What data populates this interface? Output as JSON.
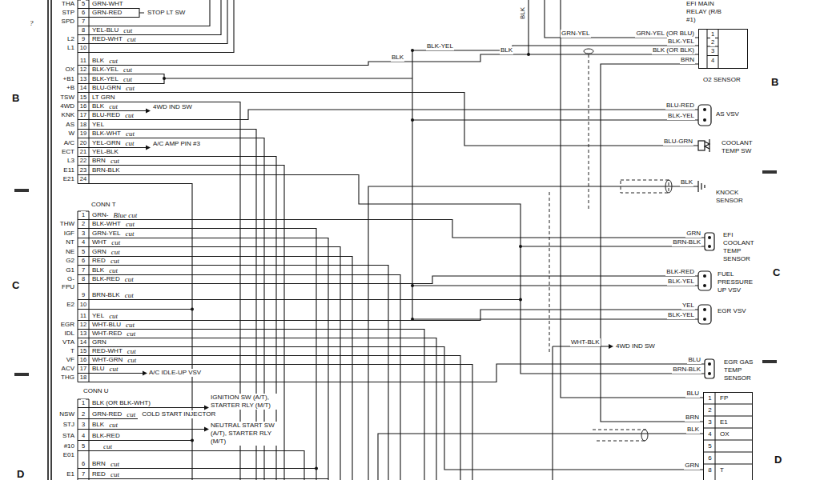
{
  "diagram": {
    "nodes": [
      {
        "text": [
          "O2 SENSOR"
        ]
      },
      {
        "text": [
          "1",
          "FP",
          "2",
          "3",
          "E1",
          "4",
          "OX",
          "5",
          "6",
          "8",
          "T"
        ]
      }
    ],
    "labels": [
      "THA",
      "5",
      "GRN-WHT",
      "STP",
      "6",
      "GRN-RED",
      "STOP LT SW",
      "?",
      "SPD",
      "7",
      "8",
      "YEL-BLU",
      "cut",
      "L2",
      "9",
      "RED-WHT",
      "cut",
      "L1",
      "10",
      "11",
      "BLK",
      "cut",
      "OX",
      "12",
      "BLK-YEL",
      "cut",
      "+B1",
      "13",
      "BLK-YEL",
      "cut",
      "+B",
      "14",
      "BLU-GRN",
      "cut",
      "TSW",
      "15",
      "LT GRN",
      "4WD",
      "16",
      "BLK",
      "cut",
      "4WD IND SW",
      "KNK",
      "17",
      "BLU-RED",
      "cut",
      "AS",
      "18",
      "YEL",
      "W",
      "19",
      "BLK-WHT",
      "cut",
      "A/C",
      "20",
      "YEL-GRN",
      "cut",
      "A/C AMP PIN #3",
      "ECT",
      "21",
      "YEL-BLK",
      "L3",
      "22",
      "BRN",
      "cut",
      "E11",
      "23",
      "BRN-BLK",
      "E21",
      "24",
      "CONN T",
      "1",
      "GRN-",
      "Blue cut",
      "THW",
      "2",
      "BLK-WHT",
      "cut",
      "IGF",
      "3",
      "GRN-YEL",
      "cut",
      "NT",
      "4",
      "WHT",
      "cut",
      "NE",
      "5",
      "GRN",
      "cut",
      "G2",
      "6",
      "RED",
      "cut",
      "G1",
      "7",
      "BLK",
      "cut",
      "G-",
      "8",
      "BLK-RED",
      "cut",
      "FPU",
      "9",
      "BRN-BLK",
      "cut",
      "E2",
      "10",
      "11",
      "YEL",
      "cut",
      "EGR",
      "12",
      "WHT-BLU",
      "cut",
      "IDL",
      "13",
      "WHT-RED",
      "cut",
      "VTA",
      "14",
      "GRN",
      "T",
      "15",
      "RED-WHT",
      "cut",
      "VF",
      "16",
      "WHT-GRN",
      "cut",
      "ACV",
      "17",
      "BLU",
      "cut",
      "A/C IDLE-UP VSV",
      "THG",
      "18",
      "CONN U",
      "1",
      "BLK (OR BLK-WHT)",
      "IGNITION SW (A/T), STARTER RLY (M/T)",
      "NSW",
      "2",
      "GRN-RED",
      "cut",
      "COLD START INJECTOR",
      "STJ",
      "3",
      "BLK",
      "cut",
      "NEUTRAL START SW (A/T), STARTER RLY (M/T)",
      "STA",
      "4",
      "BLK-RED",
      "#10",
      "5",
      "cut",
      "E01",
      "6",
      "BRN",
      "cut",
      "E1",
      "7",
      "RED",
      "cut",
      "EFI MAIN RELAY (R/B #1)",
      "GRN-YEL",
      "GRN-YEL (OR BLU)",
      "BLK-YEL",
      "BLK-YEL",
      "BLK",
      "BLK",
      "BLK",
      "BLK (OR BLK)",
      "BRN",
      "1",
      "2",
      "3",
      "4",
      "B",
      "B",
      "BLU-RED",
      "BLK-YEL",
      "AS VSV",
      "BLU-GRN",
      "COOLANT TEMP SW",
      "BLK",
      "KNOCK SENSOR",
      "GRN",
      "BRN-BLK",
      "EFI COOLANT TEMP SENSOR",
      "BLK-RED",
      "BLK-YEL",
      "FUEL PRESSURE UP VSV",
      "C",
      "C",
      "YEL",
      "BLK-YEL",
      "EGR VSV",
      "WHT-BLK",
      "4WD IND SW",
      "BLU",
      "BRN-BLK",
      "EGR GAS TEMP SENSOR",
      "BLU",
      "BRN",
      "BLK",
      "GRN",
      "D",
      "D"
    ]
  }
}
